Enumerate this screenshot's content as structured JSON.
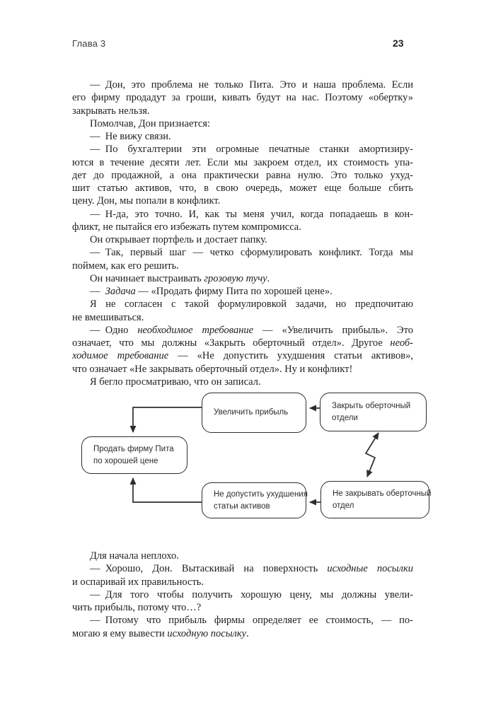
{
  "header": {
    "chapter_label": "Глава 3",
    "page_number": "23"
  },
  "body": {
    "top_lines": [
      {
        "indent": true,
        "segs": [
          {
            "t": "— Дон, это проблема не только Пита. Это и наша проблема. Если"
          }
        ]
      },
      {
        "segs": [
          {
            "t": "его фирму продадут за гроши, кивать будут на нас. Поэтому «обертку»"
          }
        ]
      },
      {
        "end": true,
        "segs": [
          {
            "t": "закрывать нельзя."
          }
        ]
      },
      {
        "indent": true,
        "end": true,
        "segs": [
          {
            "t": "Помолчав, Дон признается:"
          }
        ]
      },
      {
        "indent": true,
        "end": true,
        "segs": [
          {
            "t": "— Не вижу связи."
          }
        ]
      },
      {
        "indent": true,
        "segs": [
          {
            "t": "— По бухгалтерии эти огромные печатные станки амортизиру-"
          }
        ]
      },
      {
        "segs": [
          {
            "t": "ются в течение десяти лет. Если мы закроем отдел, их стоимость упа-"
          }
        ]
      },
      {
        "segs": [
          {
            "t": "дет до продажной, а она практически равна нулю. Это только ухуд-"
          }
        ]
      },
      {
        "segs": [
          {
            "t": "шит статью активов, что, в свою очередь, может еще больше сбить"
          }
        ]
      },
      {
        "end": true,
        "segs": [
          {
            "t": "цену. Дон, мы попали в конфликт."
          }
        ]
      },
      {
        "indent": true,
        "segs": [
          {
            "t": "— Н-да, это точно. И, как ты меня учил, когда попадаешь в кон-"
          }
        ]
      },
      {
        "end": true,
        "segs": [
          {
            "t": "фликт, не пытайся его избежать путем компромисса."
          }
        ]
      },
      {
        "indent": true,
        "end": true,
        "segs": [
          {
            "t": "Он открывает портфель и достает папку."
          }
        ]
      },
      {
        "indent": true,
        "segs": [
          {
            "t": "— Так, первый шаг — четко сформулировать конфликт. Тогда мы"
          }
        ]
      },
      {
        "end": true,
        "segs": [
          {
            "t": "поймем, как его решить."
          }
        ]
      },
      {
        "indent": true,
        "end": true,
        "segs": [
          {
            "t": "Он начинает выстраивать "
          },
          {
            "t": "грозовую тучу",
            "i": true
          },
          {
            "t": "."
          }
        ]
      },
      {
        "indent": true,
        "end": true,
        "segs": [
          {
            "t": "— "
          },
          {
            "t": "Задача",
            "i": true
          },
          {
            "t": " — «Продать фирму Пита по хорошей цене»."
          }
        ]
      },
      {
        "indent": true,
        "segs": [
          {
            "t": "Я не согласен с такой формулировкой задачи, но предпочитаю"
          }
        ]
      },
      {
        "end": true,
        "segs": [
          {
            "t": "не вмешиваться."
          }
        ]
      },
      {
        "indent": true,
        "segs": [
          {
            "t": "— Одно "
          },
          {
            "t": "необходимое требование",
            "i": true
          },
          {
            "t": " — «Увеличить прибыль». Это"
          }
        ]
      },
      {
        "segs": [
          {
            "t": "означает, что мы должны «Закрыть оберточный отдел». Другое "
          },
          {
            "t": "необ-",
            "i": true
          }
        ]
      },
      {
        "segs": [
          {
            "t": "ходимое требование",
            "i": true
          },
          {
            "t": " — «Не допустить ухудшения статьи активов»,"
          }
        ]
      },
      {
        "end": true,
        "segs": [
          {
            "t": "что означает «Не закрывать оберточный отдел». Ну и конфликт!"
          }
        ]
      },
      {
        "indent": true,
        "end": true,
        "segs": [
          {
            "t": "Я бегло просматриваю, что он записал."
          }
        ]
      }
    ],
    "bottom_lines": [
      {
        "indent": true,
        "end": true,
        "segs": [
          {
            "t": "Для начала неплохо."
          }
        ]
      },
      {
        "indent": true,
        "segs": [
          {
            "t": "— Хорошо, Дон. Вытаскивай на поверхность "
          },
          {
            "t": "исходные посылки",
            "i": true
          }
        ]
      },
      {
        "end": true,
        "segs": [
          {
            "t": "и оспаривай их правильность."
          }
        ]
      },
      {
        "indent": true,
        "segs": [
          {
            "t": "— Для того чтобы получить хорошую цену, мы должны увели-"
          }
        ]
      },
      {
        "end": true,
        "segs": [
          {
            "t": "чить прибыль, потому что…?"
          }
        ]
      },
      {
        "indent": true,
        "segs": [
          {
            "t": "— Потому что прибыль фирмы определяет ее стоимость, — по-"
          }
        ]
      },
      {
        "end": true,
        "segs": [
          {
            "t": "могаю я ему вывести "
          },
          {
            "t": "исходную посылку",
            "i": true
          },
          {
            "t": "."
          }
        ]
      }
    ]
  },
  "diagram": {
    "boxes": [
      {
        "name": "objective",
        "lines": [
          "Продать фирму Пита",
          "по хорошей цене"
        ]
      },
      {
        "name": "req1",
        "lines": [
          "Увеличить прибыль"
        ]
      },
      {
        "name": "prereq1",
        "lines": [
          "Закрыть оберточный",
          "отдели"
        ]
      },
      {
        "name": "req2",
        "lines": [
          "Не допустить ухудшения",
          "статьи активов"
        ]
      },
      {
        "name": "prereq2",
        "lines": [
          "Не закрывать оберточный",
          "отдел"
        ]
      }
    ],
    "line_color": "#2d2d2d"
  }
}
